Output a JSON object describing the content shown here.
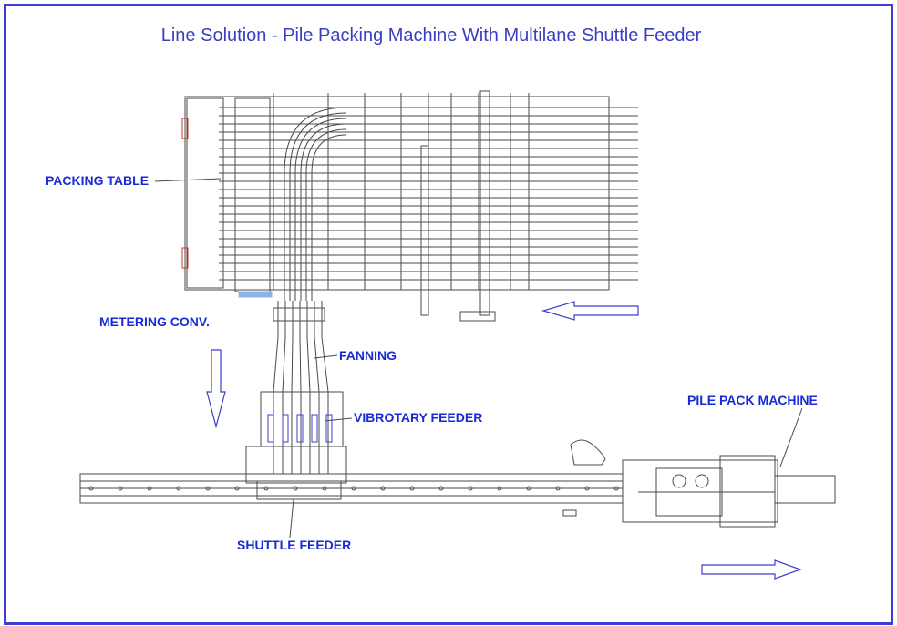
{
  "title": "Line Solution - Pile Packing Machine With Multilane Shuttle Feeder",
  "labels": {
    "packing_table": "PACKING TABLE",
    "metering_conv": "METERING CONV.",
    "fanning": "FANNING",
    "vibrotary_feeder": "VIBROTARY FEEDER",
    "pile_pack_machine": "PILE PACK MACHINE",
    "shuttle_feeder": "SHUTTLE FEEDER"
  },
  "colors": {
    "frame": "#3b3fd6",
    "title": "#3a3fc0",
    "label": "#1a2bd6",
    "drawing": "#4a4a4a",
    "arrow": "#3c3fc8",
    "accent_red": "#c0392b",
    "accent_blue": "#8fb3e8"
  }
}
